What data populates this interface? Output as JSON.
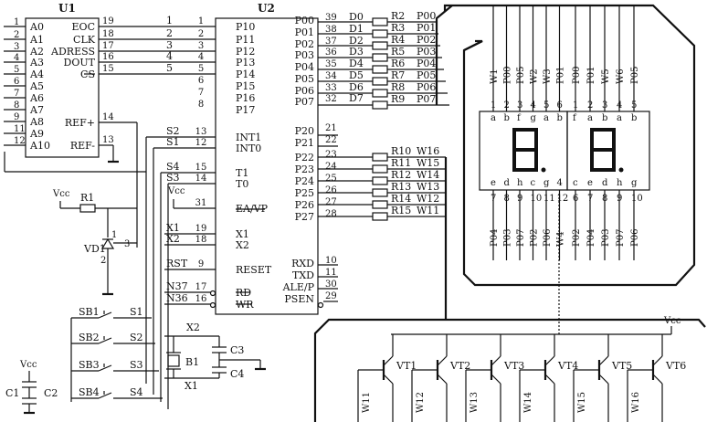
{
  "u1": {
    "ref": "U1",
    "left_pins": [
      {
        "num": "1",
        "name": "A0"
      },
      {
        "num": "2",
        "name": "A1"
      },
      {
        "num": "3",
        "name": "A2"
      },
      {
        "num": "4",
        "name": "A3"
      },
      {
        "num": "5",
        "name": "A4"
      },
      {
        "num": "6",
        "name": "A5"
      },
      {
        "num": "7",
        "name": "A6"
      },
      {
        "num": "8",
        "name": "A7"
      },
      {
        "num": "9",
        "name": "A8"
      },
      {
        "num": "11",
        "name": "A9"
      },
      {
        "num": "12",
        "name": "A10"
      }
    ],
    "right_pins": [
      {
        "num": "19",
        "name": "EOC"
      },
      {
        "num": "18",
        "name": "CLK"
      },
      {
        "num": "17",
        "name": "ADRESS"
      },
      {
        "num": "16",
        "name": "DOUT"
      },
      {
        "num": "15",
        "name": "CS"
      }
    ],
    "ref_pins": [
      {
        "num": "14",
        "name": "REF+"
      },
      {
        "num": "13",
        "name": "REF-"
      }
    ]
  },
  "u2": {
    "ref": "U2",
    "left_pins": [
      {
        "num": "1",
        "name": "P10",
        "net": "1"
      },
      {
        "num": "2",
        "name": "P11",
        "net": "2"
      },
      {
        "num": "3",
        "name": "P12",
        "net": "3"
      },
      {
        "num": "4",
        "name": "P13",
        "net": "4"
      },
      {
        "num": "5",
        "name": "P14",
        "net": "5"
      },
      {
        "num": "6",
        "name": "P15",
        "net": ""
      },
      {
        "num": "7",
        "name": "P16",
        "net": ""
      },
      {
        "num": "8",
        "name": "P17",
        "net": ""
      },
      {
        "num": "13",
        "name": "INT1",
        "net": "S2"
      },
      {
        "num": "12",
        "name": "INT0",
        "net": "S1"
      },
      {
        "num": "15",
        "name": "T1",
        "net": "S4"
      },
      {
        "num": "14",
        "name": "T0",
        "net": "S3"
      },
      {
        "num": "31",
        "name": "EA/VP",
        "net": ""
      },
      {
        "num": "19",
        "name": "X1",
        "net": "X1"
      },
      {
        "num": "18",
        "name": "X2",
        "net": "X2"
      },
      {
        "num": "9",
        "name": "RESET",
        "net": "RST"
      },
      {
        "num": "17",
        "name": "RD",
        "net": "N37"
      },
      {
        "num": "16",
        "name": "WR",
        "net": "N36"
      }
    ],
    "right_pins": [
      {
        "num": "39",
        "name": "P00",
        "net": "D0"
      },
      {
        "num": "38",
        "name": "P01",
        "net": "D1"
      },
      {
        "num": "37",
        "name": "P02",
        "net": "D2"
      },
      {
        "num": "36",
        "name": "P03",
        "net": "D3"
      },
      {
        "num": "35",
        "name": "P04",
        "net": "D4"
      },
      {
        "num": "34",
        "name": "P05",
        "net": "D5"
      },
      {
        "num": "33",
        "name": "P06",
        "net": "D6"
      },
      {
        "num": "32",
        "name": "P07",
        "net": "D7"
      },
      {
        "num": "21",
        "name": "P20"
      },
      {
        "num": "22",
        "name": "P21"
      },
      {
        "num": "23",
        "name": "P22"
      },
      {
        "num": "24",
        "name": "P23"
      },
      {
        "num": "25",
        "name": "P24"
      },
      {
        "num": "26",
        "name": "P25"
      },
      {
        "num": "27",
        "name": "P26"
      },
      {
        "num": "28",
        "name": "P27"
      },
      {
        "num": "10",
        "name": "RXD"
      },
      {
        "num": "11",
        "name": "TXD"
      },
      {
        "num": "30",
        "name": "ALE/P"
      },
      {
        "num": "29",
        "name": "PSEN"
      }
    ]
  },
  "port0_res": [
    {
      "ref": "R2",
      "net": "P00"
    },
    {
      "ref": "R3",
      "net": "P01"
    },
    {
      "ref": "R4",
      "net": "P02"
    },
    {
      "ref": "R5",
      "net": "P03"
    },
    {
      "ref": "R6",
      "net": "P04"
    },
    {
      "ref": "R7",
      "net": "P05"
    },
    {
      "ref": "R8",
      "net": "P06"
    },
    {
      "ref": "R9",
      "net": "P07"
    }
  ],
  "port2_res": [
    {
      "ref": "R10",
      "net": "W16"
    },
    {
      "ref": "R11",
      "net": "W15"
    },
    {
      "ref": "R12",
      "net": "W14"
    },
    {
      "ref": "R13",
      "net": "W13"
    },
    {
      "ref": "R14",
      "net": "W12"
    },
    {
      "ref": "R15",
      "net": "W11"
    }
  ],
  "disp1": {
    "top_labels": [
      "W1",
      "P00",
      "P05",
      "W2",
      "W3",
      "P01"
    ],
    "top_pins": [
      "1",
      "2",
      "3",
      "4",
      "5",
      "6"
    ],
    "seg_top": [
      "a",
      "b",
      "f",
      "g",
      "a",
      "b"
    ],
    "bot_labels": [
      "P04",
      "P03",
      "P07",
      "P02",
      "P06",
      "W4"
    ],
    "bot_pins": [
      "7",
      "8",
      "9",
      "10",
      "11",
      "12"
    ],
    "seg_bot": [
      "e",
      "d",
      "h",
      "c",
      "g",
      "4"
    ],
    "digit": "8."
  },
  "disp2": {
    "top_labels": [
      "P00",
      "P01",
      "W5",
      "W6",
      "P05"
    ],
    "top_pins": [
      "1",
      "2",
      "3",
      "4",
      "5"
    ],
    "seg_top": [
      "f",
      "a",
      "b",
      "a",
      "b"
    ],
    "bot_labels": [
      "P02",
      "P04",
      "P03",
      "P07",
      "P06"
    ],
    "bot_pins": [
      "6",
      "7",
      "8",
      "9",
      "10"
    ],
    "seg_bot": [
      "c",
      "e",
      "d",
      "h",
      "g"
    ],
    "digit": "8."
  },
  "misc": {
    "vcc": "Vcc",
    "r1": "R1",
    "vd1": "VD1",
    "vd1_pin1": "1",
    "vd1_pin2": "2",
    "vd1_pin3": "3",
    "sb": [
      "SB1",
      "SB2",
      "SB3",
      "SB4"
    ],
    "s": [
      "S1",
      "S2",
      "S3",
      "S4"
    ],
    "x1": "X1",
    "x2": "X2",
    "b1": "B1",
    "c1": "C1",
    "c2": "C2",
    "c3": "C3",
    "c4": "C4"
  },
  "transistors": [
    {
      "ref": "VT1",
      "base": "W11"
    },
    {
      "ref": "VT2",
      "base": "W12"
    },
    {
      "ref": "VT3",
      "base": "W13"
    },
    {
      "ref": "VT4",
      "base": "W14"
    },
    {
      "ref": "VT5",
      "base": "W15"
    },
    {
      "ref": "VT6",
      "base": "W16"
    }
  ]
}
